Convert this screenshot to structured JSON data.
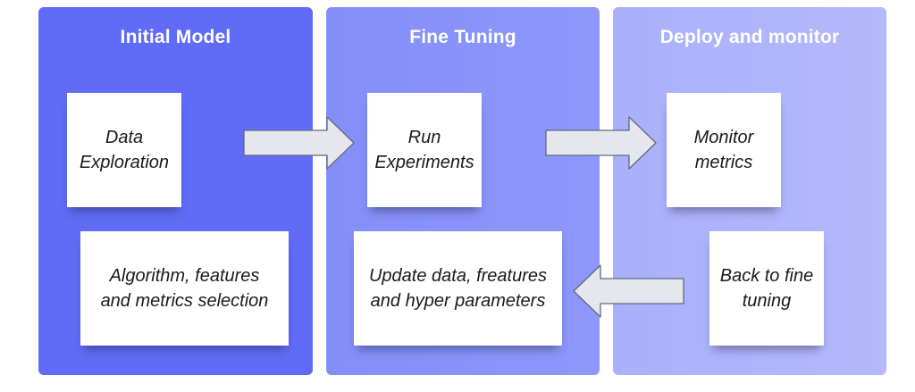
{
  "panels": {
    "initial": {
      "title": "Initial Model",
      "boxes": {
        "data_exploration": [
          "Data",
          "Exploration"
        ],
        "algorithm_selection": [
          "Algorithm, features",
          "and metrics selection"
        ]
      }
    },
    "fine_tuning": {
      "title": "Fine Tuning",
      "boxes": {
        "run_experiments": [
          "Run",
          "Experiments"
        ],
        "update_data": [
          "Update data, freatures",
          "and hyper parameters"
        ]
      }
    },
    "deploy": {
      "title": "Deploy and monitor",
      "boxes": {
        "monitor_metrics": [
          "Monitor",
          "metrics"
        ],
        "back_to_fine_tuning": [
          "Back to fine",
          "tuning"
        ]
      }
    }
  },
  "arrows": [
    {
      "from": "Data Exploration",
      "to": "Run Experiments",
      "direction": "right"
    },
    {
      "from": "Run Experiments",
      "to": "Monitor metrics",
      "direction": "right"
    },
    {
      "from": "Back to fine tuning",
      "to": "Update data, freatures and hyper parameters",
      "direction": "left"
    }
  ],
  "colors": {
    "initial_panel": "#606bf7",
    "fine_tuning_panel": "#8a93fa",
    "deploy_panel": "#aeb4fb",
    "box": "#ffffff",
    "arrow_fill": "#e5e7ec",
    "arrow_stroke": "#5f6a82"
  }
}
